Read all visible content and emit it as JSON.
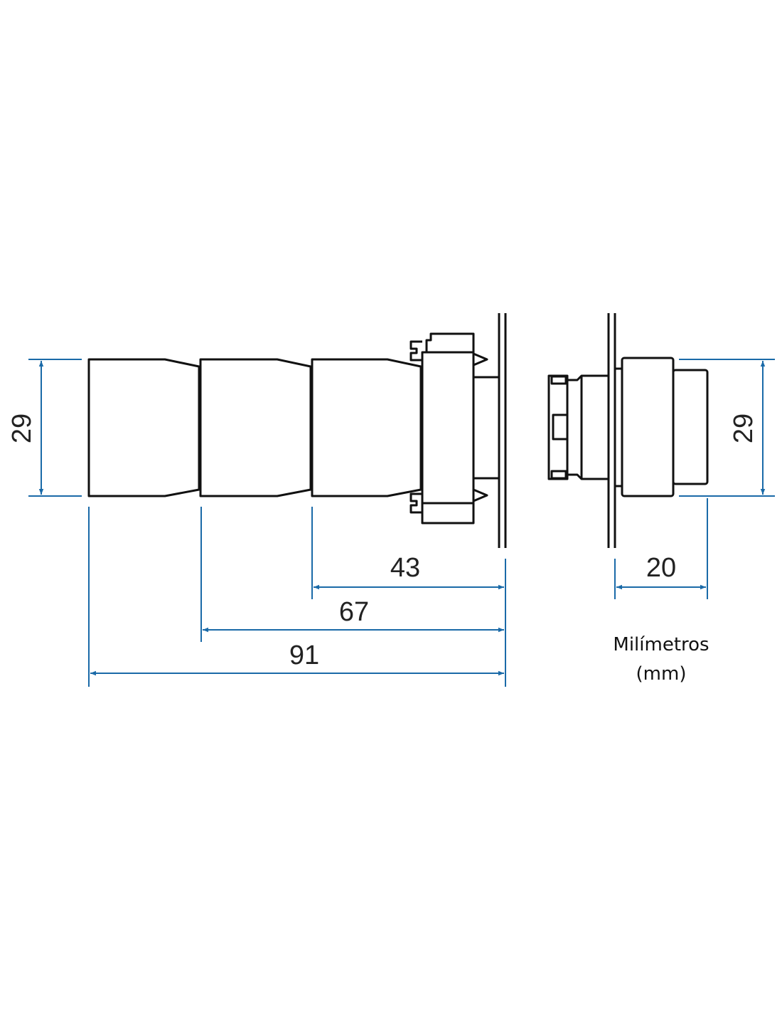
{
  "dimensions": {
    "height_left": "29",
    "height_right": "29",
    "d43": "43",
    "d67": "67",
    "d91": "91",
    "d20": "20"
  },
  "units": {
    "label": "Milímetros",
    "abbr": "(mm)"
  },
  "colors": {
    "dimension_line": "#1a6aa8",
    "outline": "#111111"
  }
}
